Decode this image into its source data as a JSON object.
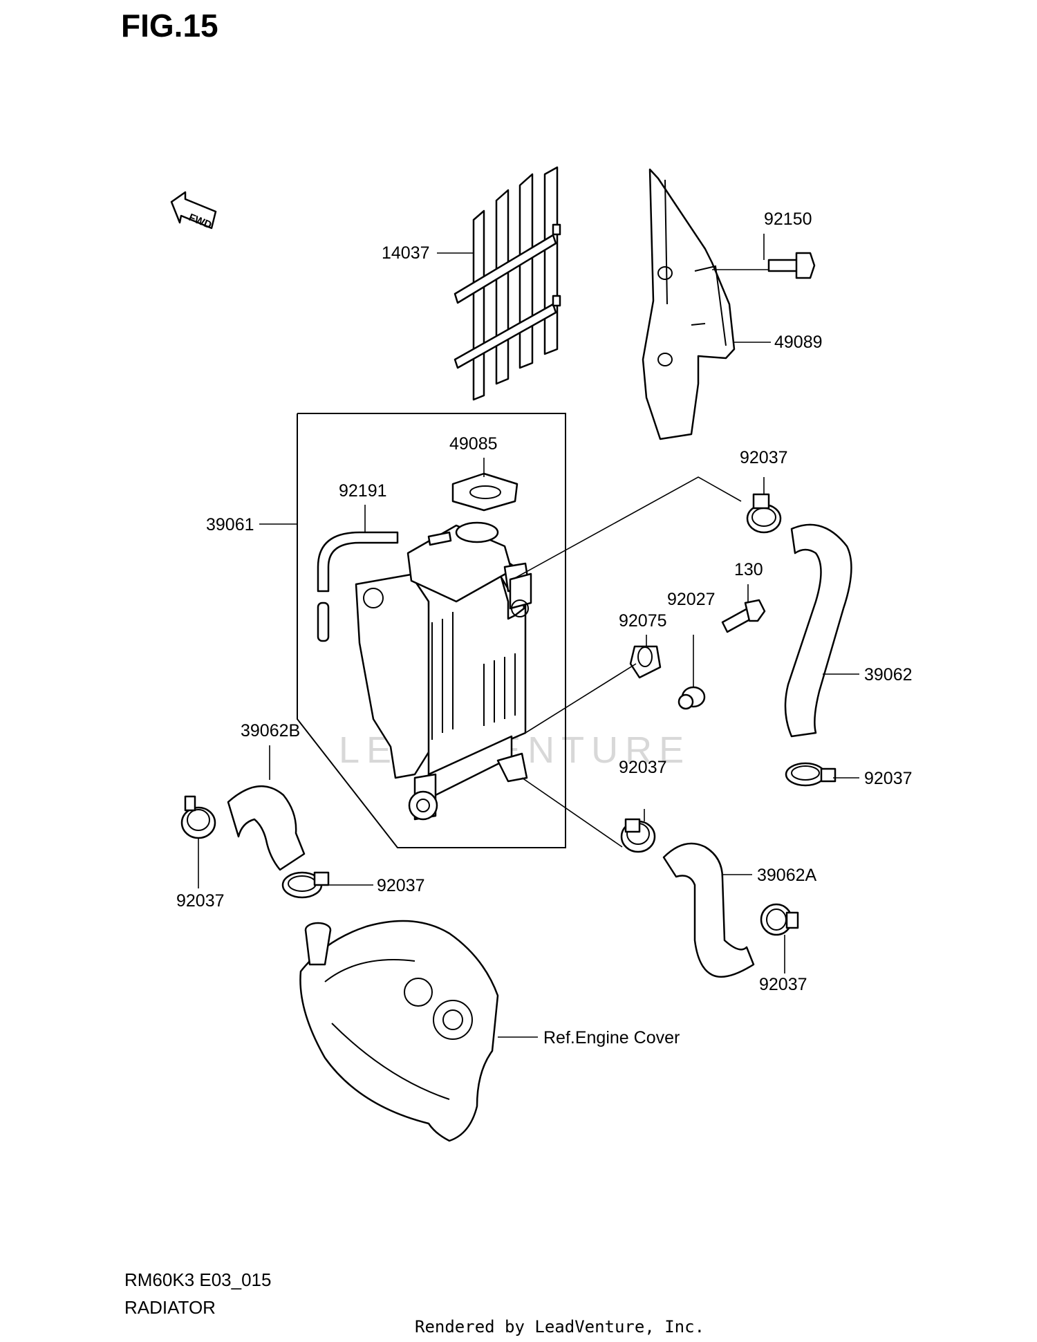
{
  "figure_title": "FIG.15",
  "fwd_label": "FWD",
  "watermark": "LEADVENTURE",
  "model_code": "RM60K3 E03_015",
  "section_name": "RADIATOR",
  "credit": "Rendered by LeadVenture, Inc.",
  "callouts": {
    "grille": "14037",
    "bolt_92150": "92150",
    "shroud": "49089",
    "cap_seal": "49085",
    "overflow_hose": "92191",
    "radiator_assy": "39061",
    "clamp_top_right": "92037",
    "bolt_130": "130",
    "collar": "92027",
    "grommet": "92075",
    "hose_right": "39062",
    "clamp_right": "92037",
    "hose_b": "39062B",
    "clamp_mid_left": "92037",
    "clamp_left": "92037",
    "clamp_mid_right": "92037",
    "hose_a": "39062A",
    "clamp_bottom_right": "92037",
    "engine_cover_ref": "Ref.Engine Cover"
  }
}
